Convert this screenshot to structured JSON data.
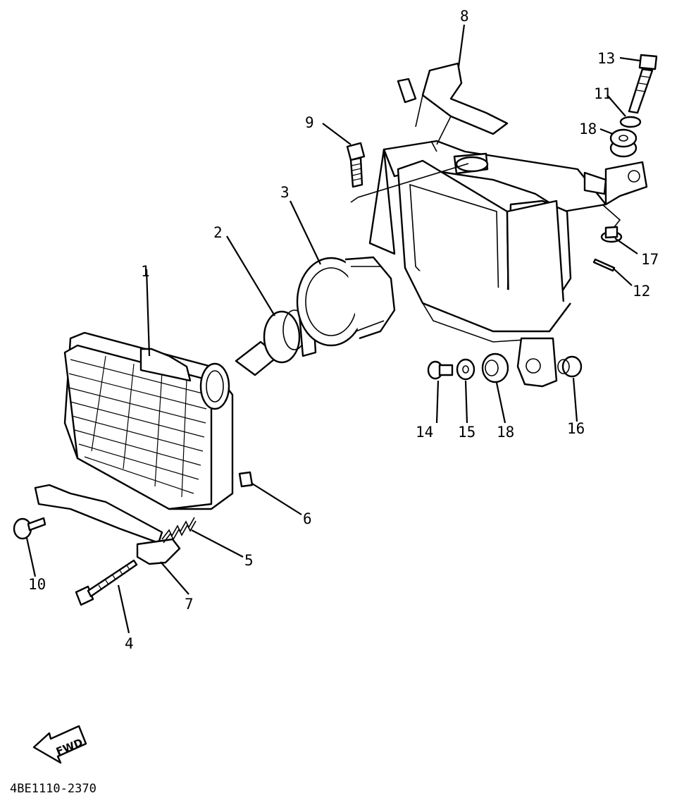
{
  "diagram": {
    "code": "4BE1110-2370",
    "fwd_label": "FWD",
    "callouts": [
      {
        "id": "c1",
        "label": "1"
      },
      {
        "id": "c2",
        "label": "2"
      },
      {
        "id": "c3",
        "label": "3"
      },
      {
        "id": "c4",
        "label": "4"
      },
      {
        "id": "c5",
        "label": "5"
      },
      {
        "id": "c6",
        "label": "6"
      },
      {
        "id": "c7",
        "label": "7"
      },
      {
        "id": "c8",
        "label": "8"
      },
      {
        "id": "c9",
        "label": "9"
      },
      {
        "id": "c10",
        "label": "10"
      },
      {
        "id": "c11",
        "label": "11"
      },
      {
        "id": "c12",
        "label": "12"
      },
      {
        "id": "c13",
        "label": "13"
      },
      {
        "id": "c14",
        "label": "14"
      },
      {
        "id": "c15",
        "label": "15"
      },
      {
        "id": "c16",
        "label": "16"
      },
      {
        "id": "c17",
        "label": "17"
      },
      {
        "id": "c18a",
        "label": "18"
      },
      {
        "id": "c18b",
        "label": "18"
      }
    ]
  }
}
